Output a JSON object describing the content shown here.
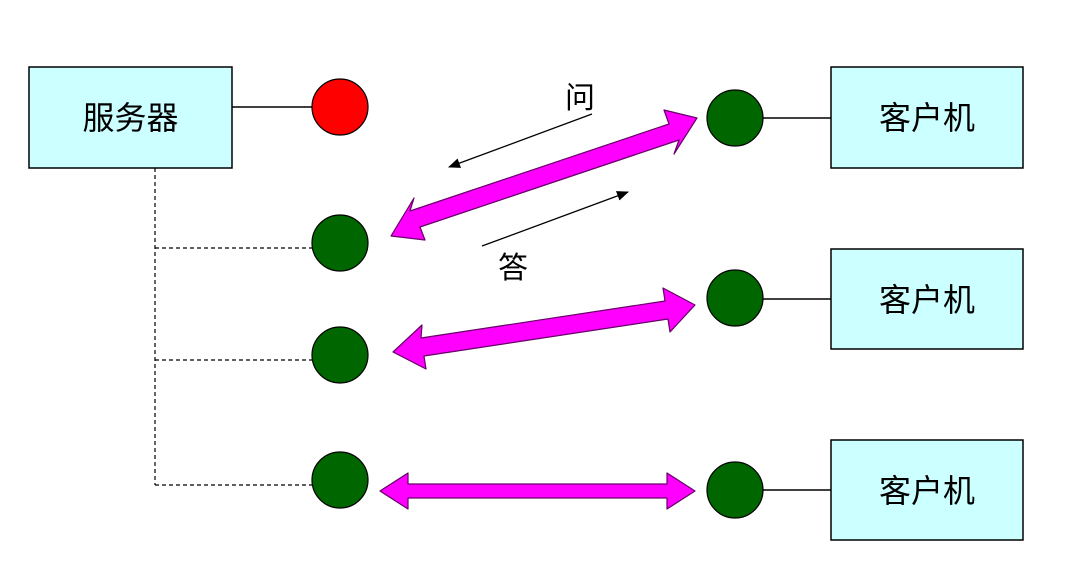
{
  "server": {
    "label": "服务器"
  },
  "clients": [
    {
      "label": "客户机"
    },
    {
      "label": "客户机"
    },
    {
      "label": "客户机"
    }
  ],
  "messages": {
    "ask": "问",
    "answer": "答"
  },
  "colors": {
    "box_fill": "#ccffff",
    "box_stroke": "#000000",
    "listen_port": "#ff0000",
    "socket": "#006600",
    "connection_arrow": "#ff00ff",
    "connection_arrow_stroke": "#660066",
    "dashed_line": "#000000"
  }
}
